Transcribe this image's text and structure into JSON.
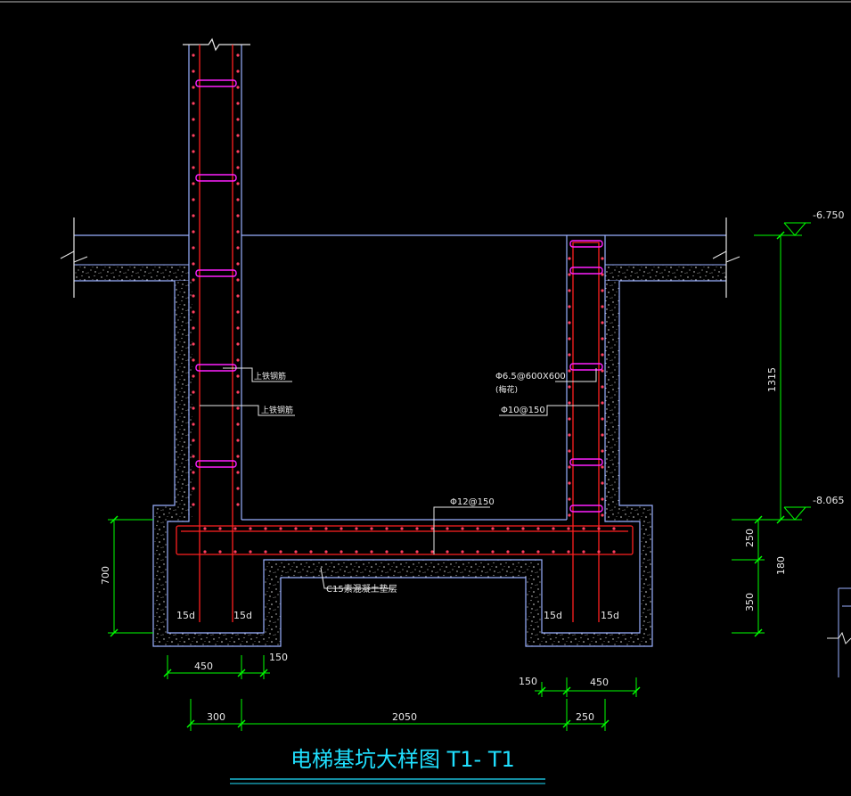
{
  "drawing": {
    "title": "电梯基坑大样图  T1- T1",
    "elevations": {
      "top": "-6.750",
      "bottom": "-8.065"
    },
    "dimensions": {
      "pit_depth": "1315",
      "slab_thickness": "250",
      "cushion_thickness": "350",
      "pit_left_depth": "700",
      "right_total": "180",
      "bottom_left_450": "450",
      "bottom_left_150": "150",
      "bottom_right_150": "150",
      "bottom_right_450": "450",
      "bottom_300": "300",
      "bottom_2050": "2050",
      "bottom_250": "250"
    },
    "annotations": {
      "left_upper": "上铁钢筋",
      "left_lower": "上铁钢筋",
      "right_stirrup": "Φ6.5@600X600",
      "right_stirrup_note": "(梅花)",
      "right_bar": "Φ10@150",
      "slab_bar": "Φ12@150",
      "cushion": "C15素混凝土垫层",
      "anchor": "15d"
    },
    "colors": {
      "background": "#000000",
      "structure_line": "#9ab0ff",
      "rebar": "#ff2020",
      "stirrup": "#ff20ff",
      "dimension": "#00ff00",
      "text": "#e8e8e8",
      "title": "#20e0ff"
    }
  }
}
